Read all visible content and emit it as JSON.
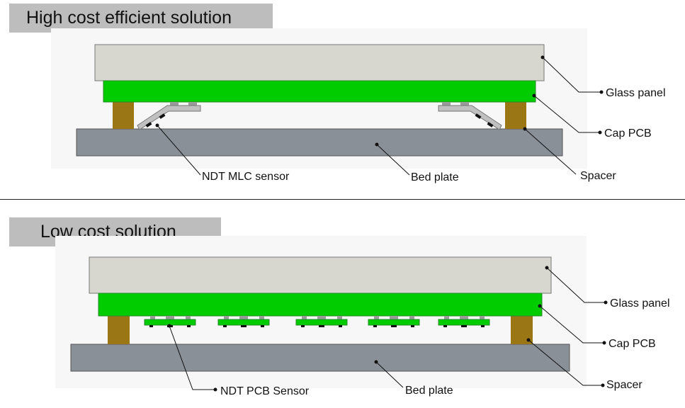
{
  "sections": [
    {
      "title": "High cost efficient solution",
      "labels": {
        "glass_panel": "Glass panel",
        "cap_pcb": "Cap PCB",
        "spacer": "Spacer",
        "sensor": "NDT MLC sensor",
        "bed_plate": "Bed plate"
      }
    },
    {
      "title": "Low cost solution",
      "labels": {
        "glass_panel": "Glass panel",
        "cap_pcb": "Cap PCB",
        "spacer": "Spacer",
        "sensor": "NDT PCB Sensor",
        "bed_plate": "Bed plate"
      }
    }
  ],
  "colors": {
    "glass": "#d7d7cf",
    "pcb": "#00cc00",
    "spacer": "#9a7614",
    "bed": "#8a9098",
    "bracket": "#c0c0c0",
    "pad": "#9a9a9a",
    "sensor_chip": "#111111",
    "title_bg": "#bdbdbd"
  }
}
